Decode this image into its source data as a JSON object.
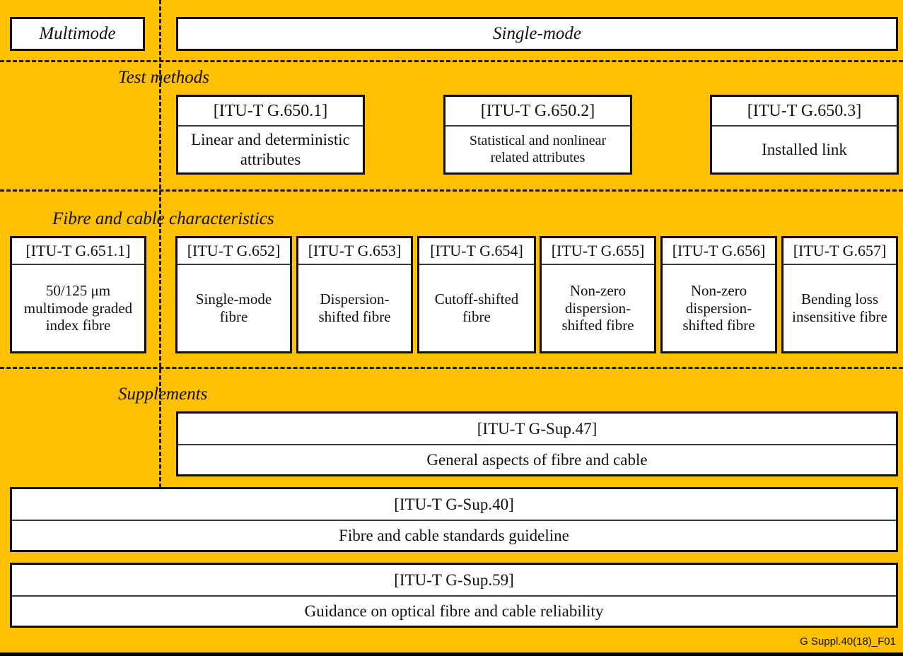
{
  "figure": {
    "background_color": "#FFC000",
    "box_fill_color": "#FFFFFF",
    "border_color": "#0D0D0D",
    "credit": "G Suppl.40(18)_F01"
  },
  "fibre_types": {
    "multimode_label": "Multimode",
    "singlemode_label": "Single-mode"
  },
  "sections": {
    "test_methods": {
      "label": "Test methods",
      "boxes": [
        {
          "title": "[ITU-T G.650.1]",
          "body": "Linear and deterministic attributes"
        },
        {
          "title": "[ITU-T G.650.2]",
          "body": "Statistical and nonlinear related attributes"
        },
        {
          "title": "[ITU-T G.650.3]",
          "body": "Installed link"
        }
      ]
    },
    "fibre_and_cable": {
      "label": "Fibre and cable characteristics",
      "boxes": [
        {
          "title": "[ITU-T G.651.1]",
          "body": "50/125 μm multimode graded index fibre"
        },
        {
          "title": "[ITU-T G.652]",
          "body": "Single-mode fibre"
        },
        {
          "title": "[ITU-T G.653]",
          "body": "Dispersion-shifted fibre"
        },
        {
          "title": "[ITU-T G.654]",
          "body": "Cutoff-shifted fibre"
        },
        {
          "title": "[ITU-T G.655]",
          "body": "Non-zero dispersion-shifted fibre"
        },
        {
          "title": "[ITU-T G.656]",
          "body": "Non-zero dispersion-shifted fibre"
        },
        {
          "title": "[ITU-T G.657]",
          "body": "Bending loss insensitive fibre"
        }
      ]
    },
    "supplements": {
      "label": "Supplements",
      "boxes": [
        {
          "title": "[ITU-T G-Sup.47]",
          "body": "General aspects of fibre and cable"
        },
        {
          "title": "[ITU-T G-Sup.40]",
          "body": "Fibre and cable standards guideline"
        },
        {
          "title": "[ITU-T G-Sup.59]",
          "body": "Guidance on optical fibre and cable reliability"
        }
      ]
    }
  }
}
